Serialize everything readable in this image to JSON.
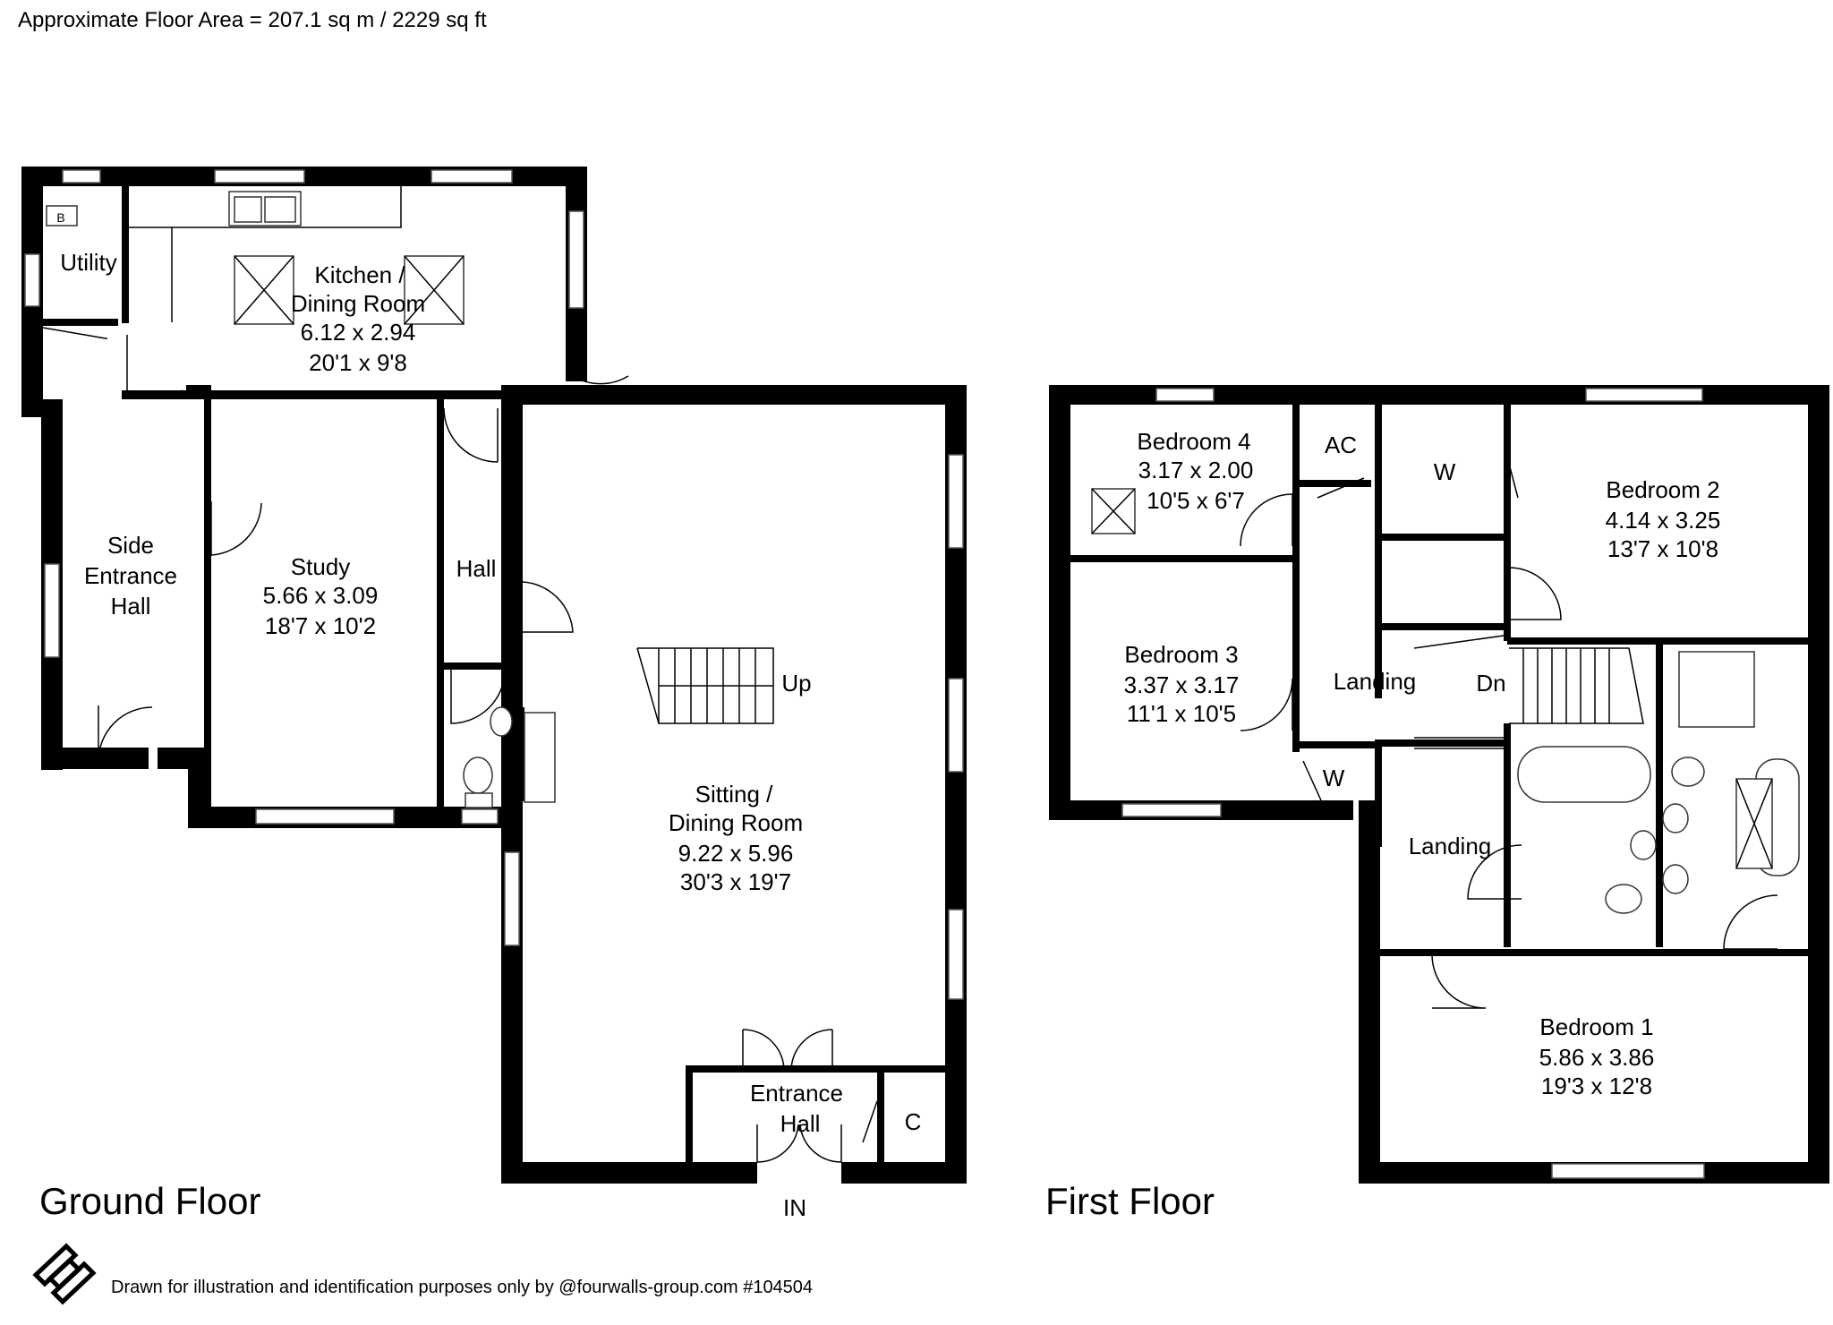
{
  "header": {
    "floor_area": "Approximate Floor Area = 207.1 sq m / 2229 sq ft"
  },
  "ground_floor": {
    "title": "Ground Floor",
    "rooms": {
      "utility": {
        "name": "Utility"
      },
      "boiler": {
        "name": "B"
      },
      "kitchen": {
        "name1": "Kitchen /",
        "name2": "Dining Room",
        "metric": "6.12 x 2.94",
        "imperial": "20'1 x 9'8"
      },
      "side_entrance": {
        "name1": "Side",
        "name2": "Entrance",
        "name3": "Hall"
      },
      "study": {
        "name": "Study",
        "metric": "5.66 x 3.09",
        "imperial": "18'7 x 10'2"
      },
      "hall": {
        "name": "Hall"
      },
      "sitting": {
        "name1": "Sitting /",
        "name2": "Dining Room",
        "metric": "9.22 x 5.96",
        "imperial": "30'3 x 19'7"
      },
      "stairs": {
        "name": "Up"
      },
      "entrance": {
        "name1": "Entrance",
        "name2": "Hall"
      },
      "cupboard": {
        "name": "C"
      },
      "in": {
        "name": "IN"
      }
    }
  },
  "first_floor": {
    "title": "First Floor",
    "rooms": {
      "bedroom4": {
        "name": "Bedroom 4",
        "metric": "3.17 x 2.00",
        "imperial": "10'5 x 6'7"
      },
      "ac": {
        "name": "AC"
      },
      "w_top": {
        "name": "W"
      },
      "bedroom2": {
        "name": "Bedroom 2",
        "metric": "4.14 x 3.25",
        "imperial": "13'7 x 10'8"
      },
      "bedroom3": {
        "name": "Bedroom 3",
        "metric": "3.37 x 3.17",
        "imperial": "11'1 x 10'5"
      },
      "landing1": {
        "name": "Landing"
      },
      "dn": {
        "name": "Dn"
      },
      "w_bottom": {
        "name": "W"
      },
      "landing2": {
        "name": "Landing"
      },
      "bedroom1": {
        "name": "Bedroom 1",
        "metric": "5.86 x 3.86",
        "imperial": "19'3 x 12'8"
      }
    }
  },
  "footer": {
    "logo": "fourwalls-logo-icon",
    "credit": "Drawn for illustration and identification purposes only by @fourwalls-group.com #104504"
  }
}
